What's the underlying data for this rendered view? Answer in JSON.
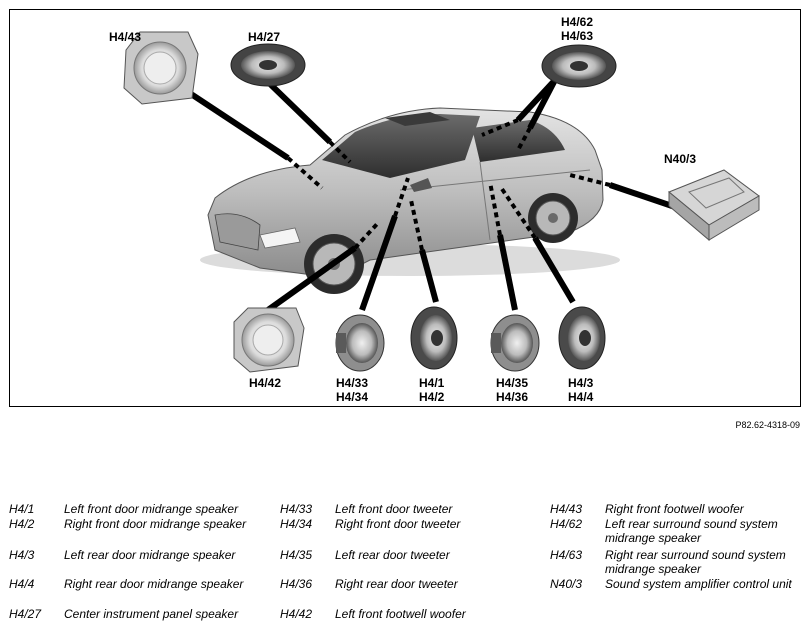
{
  "figure": {
    "id": "P82.62-4318-09",
    "labels": {
      "h4_43": "H4/43",
      "h4_27": "H4/27",
      "h4_62_63": [
        "H4/62",
        "H4/63"
      ],
      "n40_3": "N40/3",
      "h4_42": "H4/42",
      "h4_33_34": [
        "H4/33",
        "H4/34"
      ],
      "h4_1_2": [
        "H4/1",
        "H4/2"
      ],
      "h4_35_36": [
        "H4/35",
        "H4/36"
      ],
      "h4_3_4": [
        "H4/3",
        "H4/4"
      ]
    }
  },
  "legend": [
    {
      "code": "H4/1",
      "text": "Left front door midrange speaker"
    },
    {
      "code": "H4/2",
      "text": "Right front door midrange speaker"
    },
    {
      "code": "H4/3",
      "text": "Left rear door midrange speaker"
    },
    {
      "code": "H4/4",
      "text": "Right rear door midrange speaker"
    },
    {
      "code": "H4/27",
      "text": "Center instrument panel speaker"
    },
    {
      "code": "H4/33",
      "text": "Left front door tweeter"
    },
    {
      "code": "H4/34",
      "text": "Right front door tweeter"
    },
    {
      "code": "H4/35",
      "text": "Left rear door tweeter"
    },
    {
      "code": "H4/36",
      "text": "Right rear door tweeter"
    },
    {
      "code": "H4/42",
      "text": "Left front footwell woofer"
    },
    {
      "code": "H4/43",
      "text": "Right front footwell woofer"
    },
    {
      "code": "H4/62",
      "text": "Left rear surround sound system midrange speaker"
    },
    {
      "code": "H4/63",
      "text": "Right rear surround sound system midrange speaker"
    },
    {
      "code": "N40/3",
      "text": "Sound system amplifier control unit"
    }
  ]
}
